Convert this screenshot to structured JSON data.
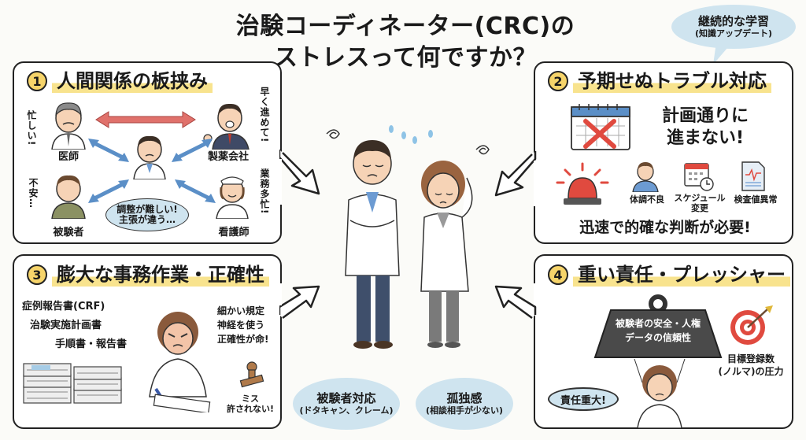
{
  "title": {
    "line1": "治験コーディネーター(CRC)の",
    "line2": "ストレスって何ですか？"
  },
  "clouds": {
    "learning": {
      "main": "継続的な学習",
      "sub": "(知識アップデート)"
    },
    "subjects": {
      "main": "被験者対応",
      "sub": "(ドタキャン、クレーム)"
    },
    "isolation": {
      "main": "孤独感",
      "sub": "(相談相手が少ない)"
    }
  },
  "panels": {
    "p1": {
      "number": "1",
      "heading": "人間関係の板挟み",
      "roles": {
        "doctor": "医師",
        "pharma": "製薬会社",
        "subject": "被験者",
        "nurse": "看護師"
      },
      "remarks": {
        "doctor": "忙しい!",
        "pharma": "早く進めて!",
        "subject": "不安…",
        "nurse": "業務多忙!"
      },
      "thought_line1": "調整が難しい!",
      "thought_line2": "主張が違う…"
    },
    "p2": {
      "number": "2",
      "heading": "予期せぬトラブル対応",
      "plan_line1": "計画通りに",
      "plan_line2": "進まない!",
      "items": [
        {
          "icon": "sick-person-icon",
          "label": "体調不良"
        },
        {
          "icon": "schedule-change-icon",
          "label": "スケジュール\n変更"
        },
        {
          "icon": "test-result-icon",
          "label": "検査値異常"
        }
      ],
      "conclusion": "迅速で的確な判断が必要!"
    },
    "p3": {
      "number": "3",
      "heading": "膨大な事務作業・正確性",
      "docs": [
        "症例報告書(CRF)",
        "治験実施計画書",
        "手順書・報告書"
      ],
      "remark_lines": [
        "細かい規定",
        "神経を使う",
        "正確性が命!"
      ],
      "stamp_line1": "ミス",
      "stamp_line2": "許されない!"
    },
    "p4": {
      "number": "4",
      "heading": "重い責任・プレッシャー",
      "weight_line1": "被験者の安全・人権",
      "weight_line2": "データの信頼性",
      "target_line1": "目標登録数",
      "target_line2": "(ノルマ)の圧力",
      "speech": "責任重大!"
    }
  },
  "colors": {
    "highlight": "#f8e38e",
    "number_badge": "#f6d46a",
    "cloud": "#cfe4ef",
    "arrow_red": "#e0716b",
    "arrow_blue": "#5b8fc7",
    "alarm_red": "#e04a3f"
  }
}
